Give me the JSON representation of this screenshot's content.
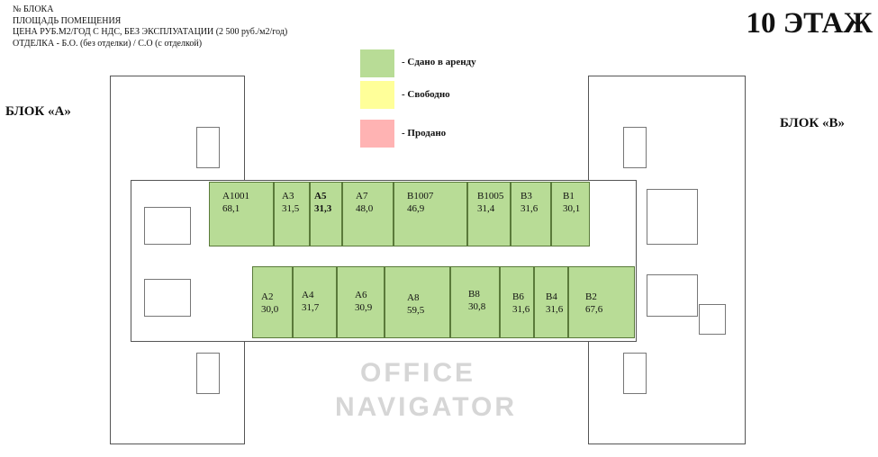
{
  "header": {
    "lines": [
      "№ БЛОКА",
      "ПЛОЩАДЬ ПОМЕЩЕНИЯ",
      "ЦЕНА РУБ.М2/ГОД С НДС, БЕЗ ЭКСПЛУАТАЦИИ (2 500 руб./м2/год)",
      "ОТДЕЛКА - Б.О. (без отделки) / С.О (с отделкой)"
    ],
    "floor_title": "10 ЭТАЖ"
  },
  "blocks": {
    "a": "БЛОК «А»",
    "b": "БЛОК «В»"
  },
  "legend": [
    {
      "label": "- Сдано в аренду",
      "color": "#b8dc96"
    },
    {
      "label": "- Свободно",
      "color": "#ffff99"
    },
    {
      "label": "- Продано",
      "color": "#ffb3b3"
    }
  ],
  "watermark": [
    "OFFICE",
    "NAVIGATOR"
  ],
  "rooms_top": [
    {
      "id": "A1001",
      "area": "68,1",
      "status": "leased"
    },
    {
      "id": "A3",
      "area": "31,5",
      "status": "leased"
    },
    {
      "id": "A5",
      "area": "31,3",
      "status": "leased"
    },
    {
      "id": "A7",
      "area": "48,0",
      "status": "leased"
    },
    {
      "id": "B1007",
      "area": "46,9",
      "status": "leased"
    },
    {
      "id": "B1005",
      "area": "31,4",
      "status": "leased"
    },
    {
      "id": "B3",
      "area": "31,6",
      "status": "leased"
    },
    {
      "id": "B1",
      "area": "30,1",
      "status": "leased"
    }
  ],
  "rooms_bottom": [
    {
      "id": "A2",
      "area": "30,0",
      "status": "leased"
    },
    {
      "id": "A4",
      "area": "31,7",
      "status": "leased"
    },
    {
      "id": "A6",
      "area": "30,9",
      "status": "leased"
    },
    {
      "id": "A8",
      "area": "59,5",
      "status": "leased"
    },
    {
      "id": "B8",
      "area": "30,8",
      "status": "leased"
    },
    {
      "id": "B6",
      "area": "31,6",
      "status": "leased"
    },
    {
      "id": "B4",
      "area": "31,6",
      "status": "leased"
    },
    {
      "id": "B2",
      "area": "67,6",
      "status": "leased"
    }
  ]
}
